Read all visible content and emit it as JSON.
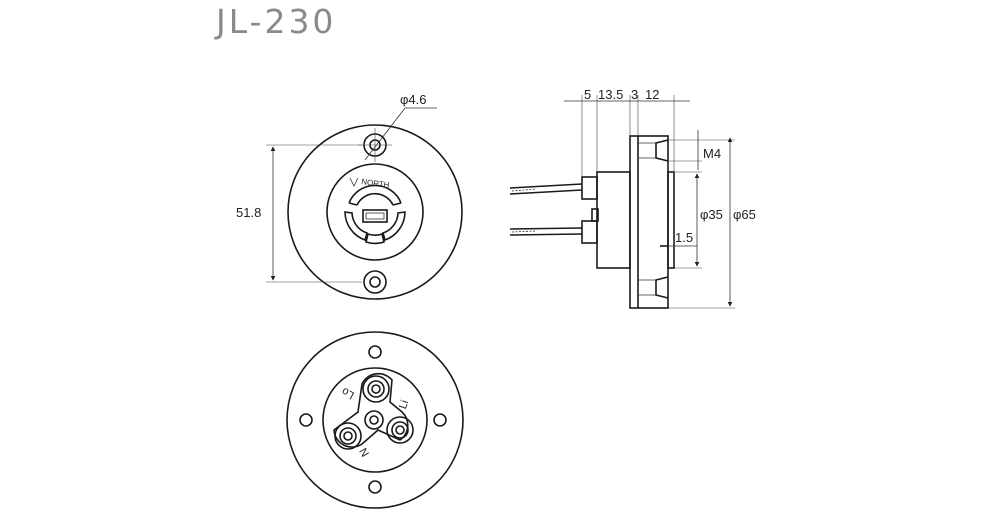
{
  "title": "JL-230",
  "front": {
    "dim_height": "51.8",
    "dim_hole": "φ4.6",
    "marking": "NORTH"
  },
  "side": {
    "dims_top": [
      "5",
      "13.5",
      "3",
      "12"
    ],
    "dim_thread": "M4",
    "dim_inner": "φ35",
    "dim_outer": "φ65",
    "dim_step": "1.5"
  },
  "rear": {
    "pin_labels": [
      "Lo",
      "Li",
      "N"
    ]
  }
}
